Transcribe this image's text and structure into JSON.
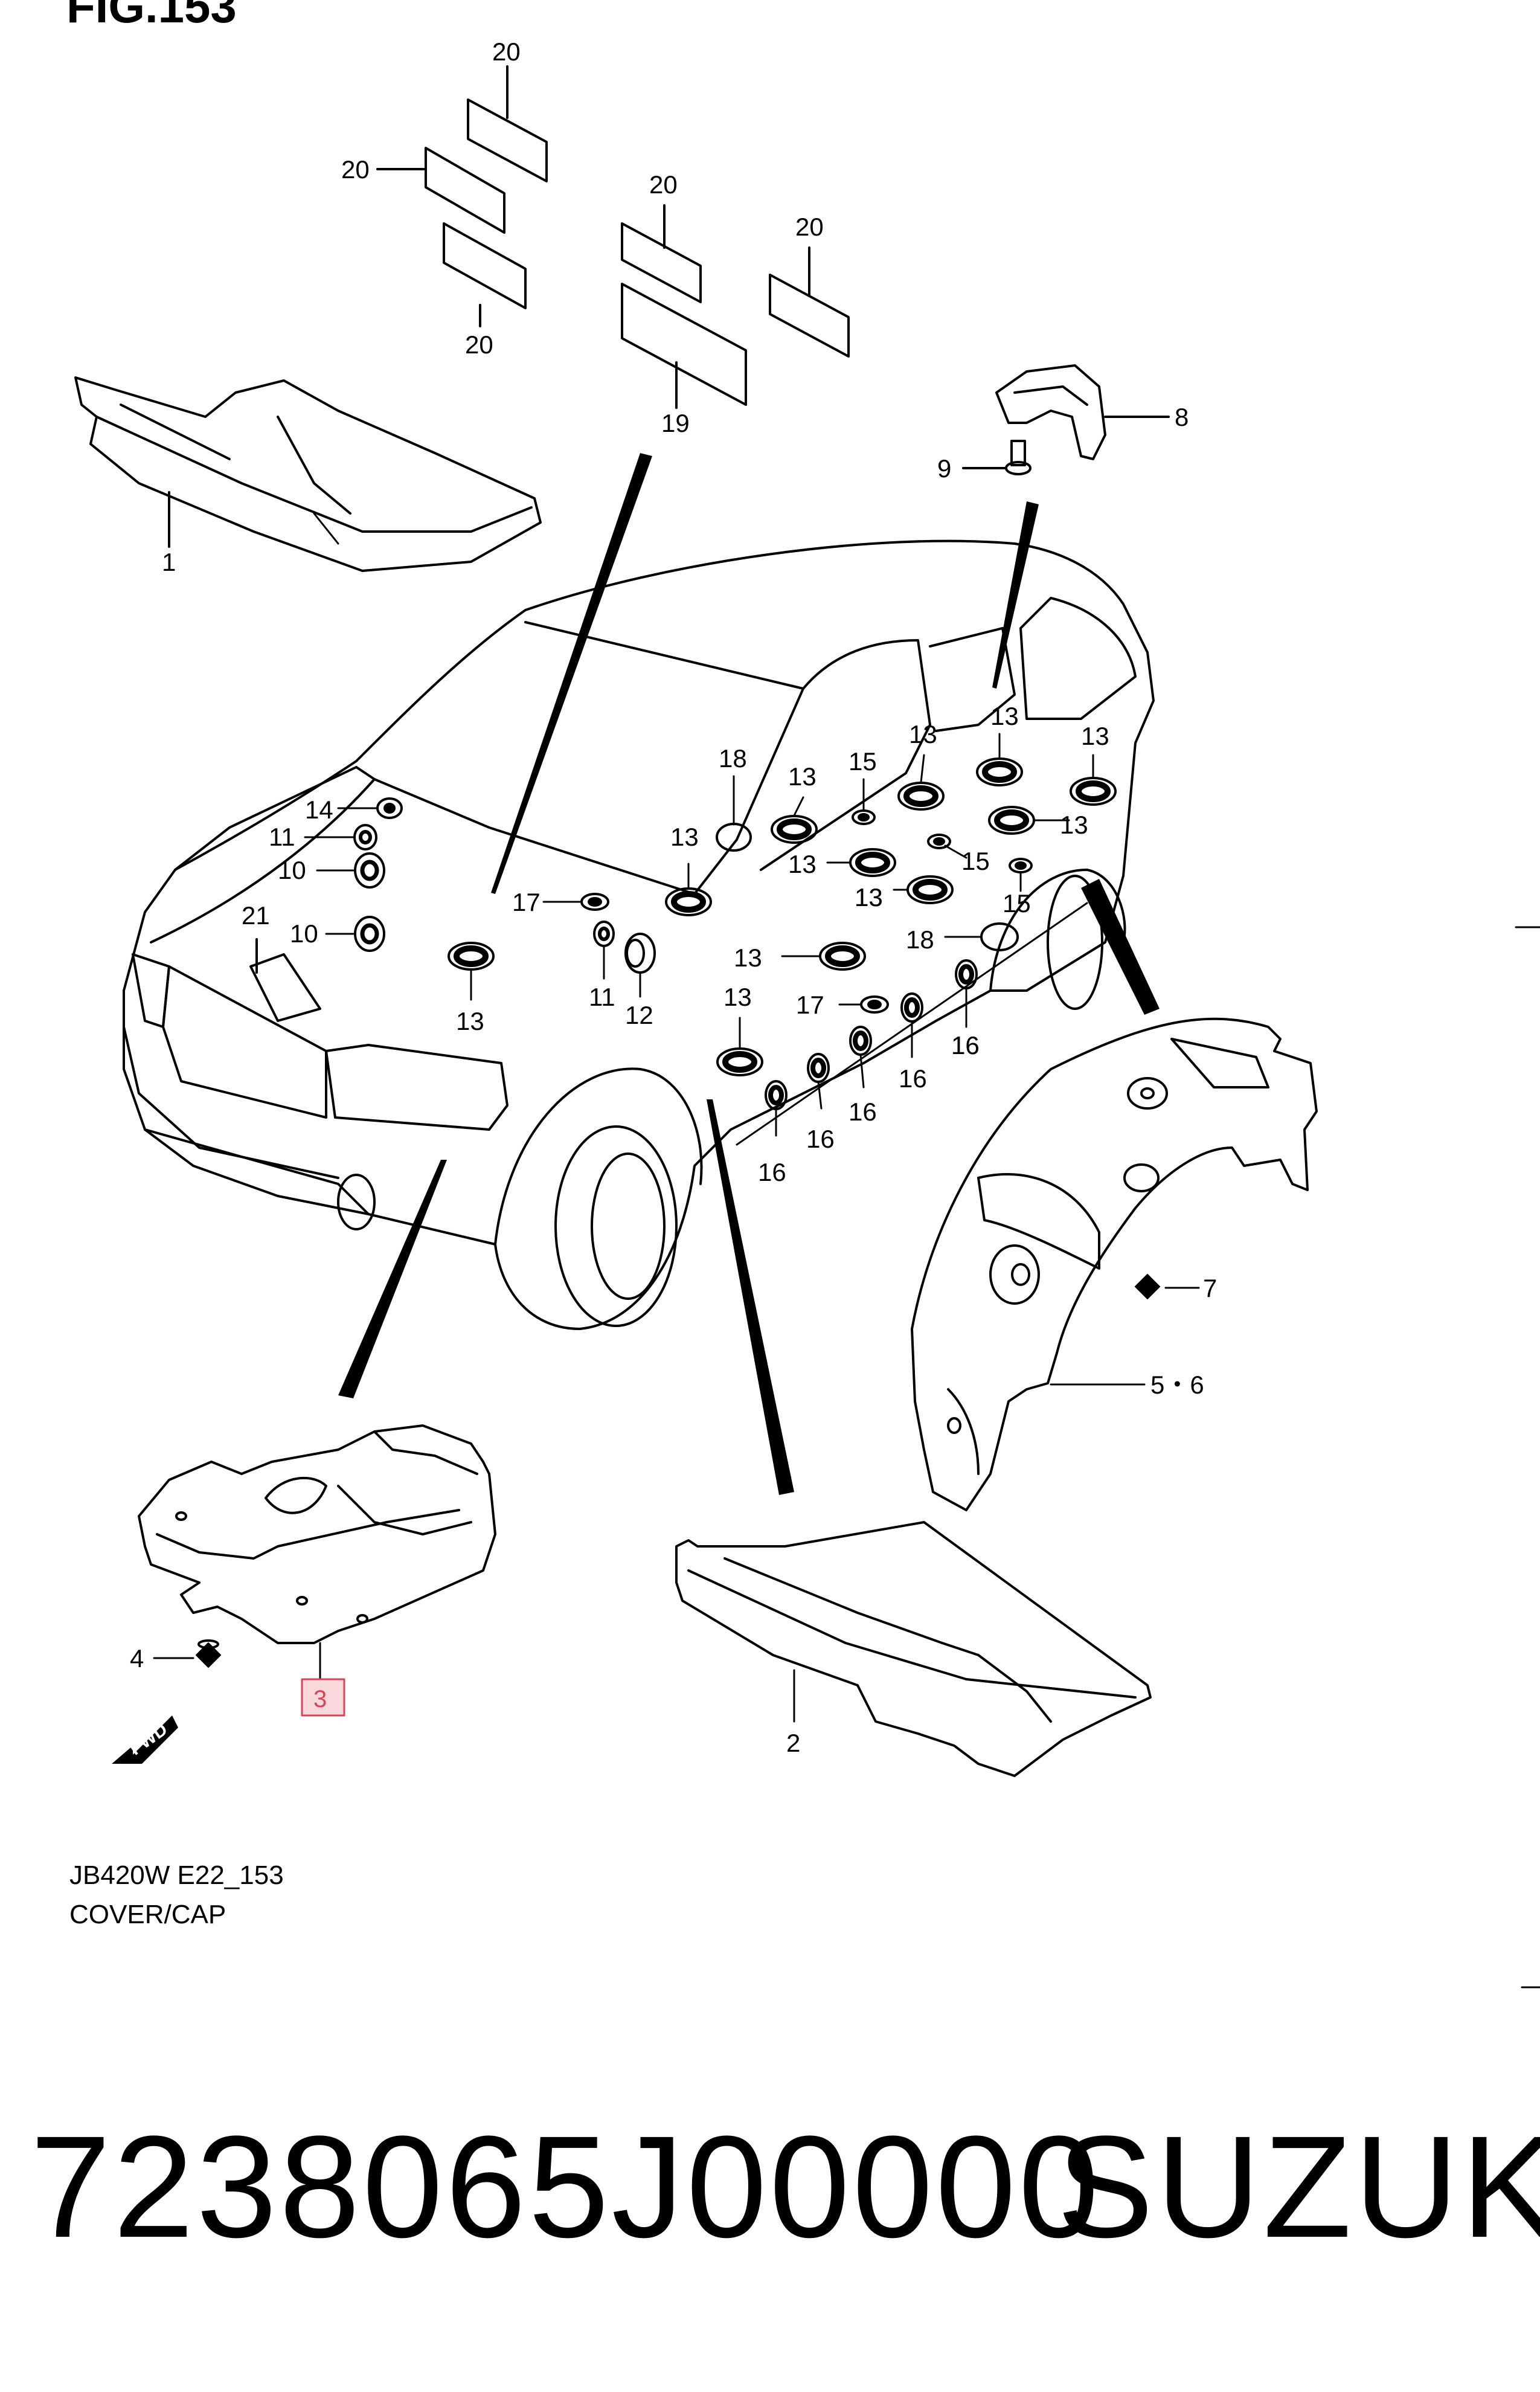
{
  "figure_title": "FIG.153",
  "caption": {
    "model_code": "JB420W E22_153",
    "group_name": "COVER/CAP"
  },
  "footer": {
    "part_number": "7238065J00000",
    "brand": "SUZUKI"
  },
  "fwd_label": "FWD",
  "highlighted_callout": "3",
  "callouts": [
    "20",
    "20",
    "20",
    "20",
    "20",
    "19",
    "8",
    "9",
    "1",
    "13",
    "13",
    "13",
    "13",
    "13",
    "13",
    "13",
    "13",
    "13",
    "13",
    "13",
    "13",
    "18",
    "18",
    "15",
    "15",
    "15",
    "14",
    "11",
    "11",
    "10",
    "10",
    "21",
    "17",
    "17",
    "12",
    "16",
    "16",
    "16",
    "16",
    "16",
    "16",
    "7",
    "5・6",
    "4",
    "3",
    "2"
  ],
  "colors": {
    "line": "#000000",
    "highlight_fill": "#f9d8dc",
    "highlight_stroke": "#d9435a",
    "background": "#ffffff"
  }
}
